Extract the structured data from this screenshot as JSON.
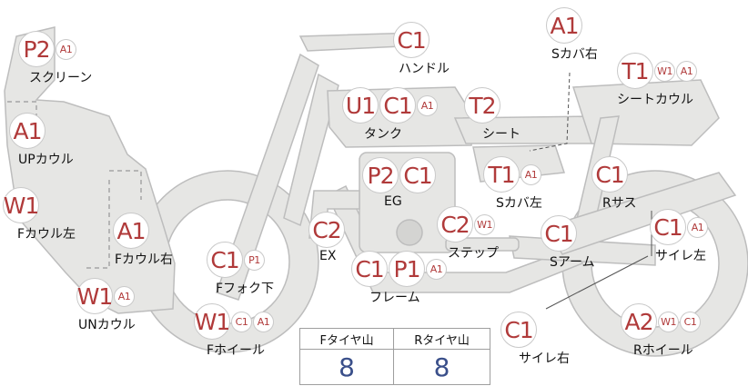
{
  "parts": [
    {
      "id": "p2-screen",
      "codes": [
        "P2"
      ],
      "small": [
        "A1"
      ],
      "label": "スクリーン"
    },
    {
      "id": "a1-upcowl",
      "codes": [
        "A1"
      ],
      "small": [],
      "label": "UPカウル"
    },
    {
      "id": "w1-fcowl-left",
      "codes": [
        "W1"
      ],
      "small": [],
      "label": "Fカウル左"
    },
    {
      "id": "a1-fcowl-right",
      "codes": [
        "A1"
      ],
      "small": [],
      "label": "Fカウル右"
    },
    {
      "id": "w1-uncowl",
      "codes": [
        "W1"
      ],
      "small": [
        "A1"
      ],
      "label": "UNカウル"
    },
    {
      "id": "c1-ffork",
      "codes": [
        "C1"
      ],
      "small": [
        "P1"
      ],
      "label": "Fフォク下"
    },
    {
      "id": "w1-fwheel",
      "codes": [
        "W1"
      ],
      "small": [
        "C1",
        "A1"
      ],
      "label": "Fホイール"
    },
    {
      "id": "c1-handle",
      "codes": [
        "C1"
      ],
      "small": [],
      "label": "ハンドル"
    },
    {
      "id": "u1-tank",
      "codes": [
        "U1",
        "C1"
      ],
      "small": [
        "A1"
      ],
      "label": "タンク"
    },
    {
      "id": "t2-seat",
      "codes": [
        "T2"
      ],
      "small": [],
      "label": "シート"
    },
    {
      "id": "a1-scover-right",
      "codes": [
        "A1"
      ],
      "small": [],
      "label": "Sカバ右"
    },
    {
      "id": "t1-seatcowl",
      "codes": [
        "T1"
      ],
      "small": [
        "W1",
        "A1"
      ],
      "label": "シートカウル"
    },
    {
      "id": "p2-eg",
      "codes": [
        "P2",
        "C1"
      ],
      "small": [],
      "label": "EG"
    },
    {
      "id": "t1-scover-left",
      "codes": [
        "T1"
      ],
      "small": [
        "A1"
      ],
      "label": "Sカバ左"
    },
    {
      "id": "c1-rsus",
      "codes": [
        "C1"
      ],
      "small": [],
      "label": "Rサス"
    },
    {
      "id": "c2-ex",
      "codes": [
        "C2"
      ],
      "small": [],
      "label": "EX"
    },
    {
      "id": "c2-step",
      "codes": [
        "C2"
      ],
      "small": [
        "W1"
      ],
      "label": "ステップ"
    },
    {
      "id": "c1-sarm",
      "codes": [
        "C1"
      ],
      "small": [],
      "label": "Sアーム"
    },
    {
      "id": "c1-silencer-left",
      "codes": [
        "C1"
      ],
      "small": [
        "A1"
      ],
      "label": "サイレ左"
    },
    {
      "id": "c1-frame",
      "codes": [
        "C1",
        "P1"
      ],
      "small": [
        "A1"
      ],
      "label": "フレーム"
    },
    {
      "id": "c1-silencer-right",
      "codes": [
        "C1"
      ],
      "small": [],
      "label": "サイレ右"
    },
    {
      "id": "a2-rwheel",
      "codes": [
        "A2"
      ],
      "small": [
        "W1",
        "C1"
      ],
      "label": "Rホイール"
    }
  ],
  "tyres": {
    "front_label": "Fタイヤ山",
    "rear_label": "Rタイヤ山",
    "front_value": "8",
    "rear_value": "8"
  },
  "colors": {
    "part_fill": "#e6e6e4",
    "part_stroke": "#bdbdbd",
    "code_text": "#b03a3a",
    "tyre_value": "#3a4f8a"
  }
}
